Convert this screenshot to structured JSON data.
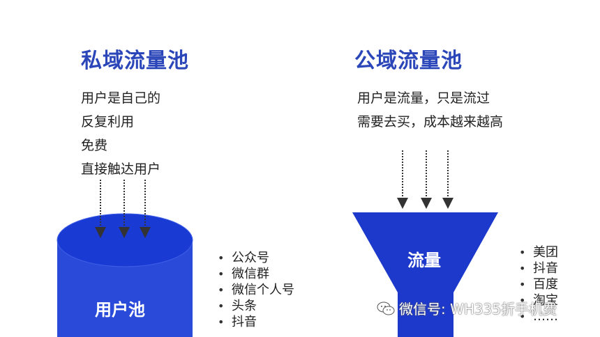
{
  "left": {
    "title": "私域流量池",
    "lines": [
      "用户是自己的",
      "反复利用",
      "免费",
      "直接触达用户"
    ],
    "shape_label": "用户池",
    "bullets": [
      "公众号",
      "微信群",
      "微信个人号",
      "头条",
      "抖音"
    ]
  },
  "right": {
    "title": "公域流量池",
    "lines": [
      "用户是流量，只是流过",
      "需要去买，成本越来越高"
    ],
    "shape_label": "流量",
    "bullets": [
      "美团",
      "抖音",
      "百度",
      "淘宝",
      "……"
    ]
  },
  "bullet_symbol": "•",
  "watermark": "微信号: WH335折手机费",
  "colors": {
    "title": "#2b46b8",
    "shape_top": "#1f3fd6",
    "shape_body": "#2447d8",
    "funnel": "#1d39cc"
  }
}
